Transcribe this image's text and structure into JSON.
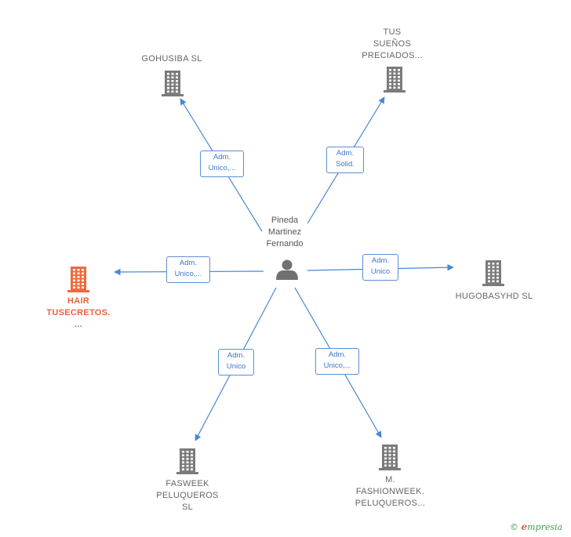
{
  "center": {
    "name": "Pineda\nMartinez\nFernando",
    "icon": "person-icon"
  },
  "companies": [
    {
      "id": "gohusiba",
      "name": "GOHUSIBA SL",
      "color": "#7b7b7b"
    },
    {
      "id": "tus-suenos",
      "name": "TUS\nSUEÑOS\nPRECIADOS...",
      "color": "#7b7b7b"
    },
    {
      "id": "hugobasyhd",
      "name": "HUGOBASYHD SL",
      "color": "#7b7b7b"
    },
    {
      "id": "m-fashionweek",
      "name": "M.\nFASHIONWEEK.\nPELUQUEROS...",
      "color": "#7b7b7b"
    },
    {
      "id": "fasweek",
      "name": "FASWEEK\nPELUQUEROS\nSL",
      "color": "#7b7b7b"
    },
    {
      "id": "hair-tusecretos",
      "name": "HAIR\nTUSECRETOS.\n...",
      "color": "#f06a3c"
    }
  ],
  "relations": [
    {
      "target": "gohusiba",
      "line1": "Adm.",
      "line2": "Unico,..."
    },
    {
      "target": "tus-suenos",
      "line1": "Adm.",
      "line2": "Solid."
    },
    {
      "target": "hugobasyhd",
      "line1": "Adm.",
      "line2": "Unico"
    },
    {
      "target": "m-fashionweek",
      "line1": "Adm.",
      "line2": "Unico,..."
    },
    {
      "target": "fasweek",
      "line1": "Adm.",
      "line2": "Unico"
    },
    {
      "target": "hair-tusecretos",
      "line1": "Adm.",
      "line2": "Unico,..."
    }
  ],
  "colors": {
    "edge": "#4a86d4",
    "building": "#7b7b7b",
    "highlight": "#f06a3c",
    "person": "#707070"
  },
  "brand": {
    "copyright": "©",
    "initial": "e",
    "rest": "mpresia"
  }
}
